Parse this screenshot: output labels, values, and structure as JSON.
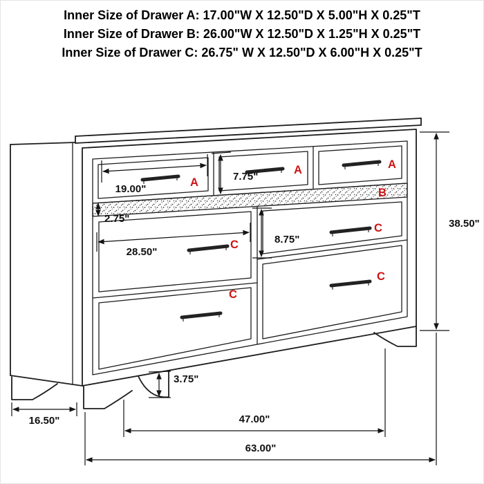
{
  "header": {
    "lines": [
      "Inner Size of Drawer A: 17.00\"W X 12.50\"D X 5.00\"H X 0.25\"T",
      "Inner Size of Drawer B: 26.00\"W X 12.50\"D X 1.25\"H X 0.25\"T",
      "Inner Size of Drawer C: 26.75\" W X 12.50\"D X 6.00\"H X 0.25\"T"
    ]
  },
  "drawer_labels": {
    "a1": "A",
    "a2": "A",
    "a3": "A",
    "b": "B",
    "c_top_left": "C",
    "c_top_right": "C",
    "c_bottom_right": "C",
    "c_bottom_left": "C"
  },
  "dimensions": {
    "drawer_a_width": "19.00\"",
    "drawer_a_front_height": "7.75\"",
    "drawer_b_front_height": "2.75\"",
    "drawer_c_width": "28.50\"",
    "drawer_c_front_height": "8.75\"",
    "foot_height": "3.75\"",
    "overall_height": "38.50\"",
    "depth": "16.50\"",
    "feet_span": "47.00\"",
    "overall_width": "63.00\""
  },
  "colors": {
    "line": "#1c1c1c",
    "drawer_label": "#cc1414",
    "dimension_text": "#101010",
    "background": "#ffffff"
  }
}
